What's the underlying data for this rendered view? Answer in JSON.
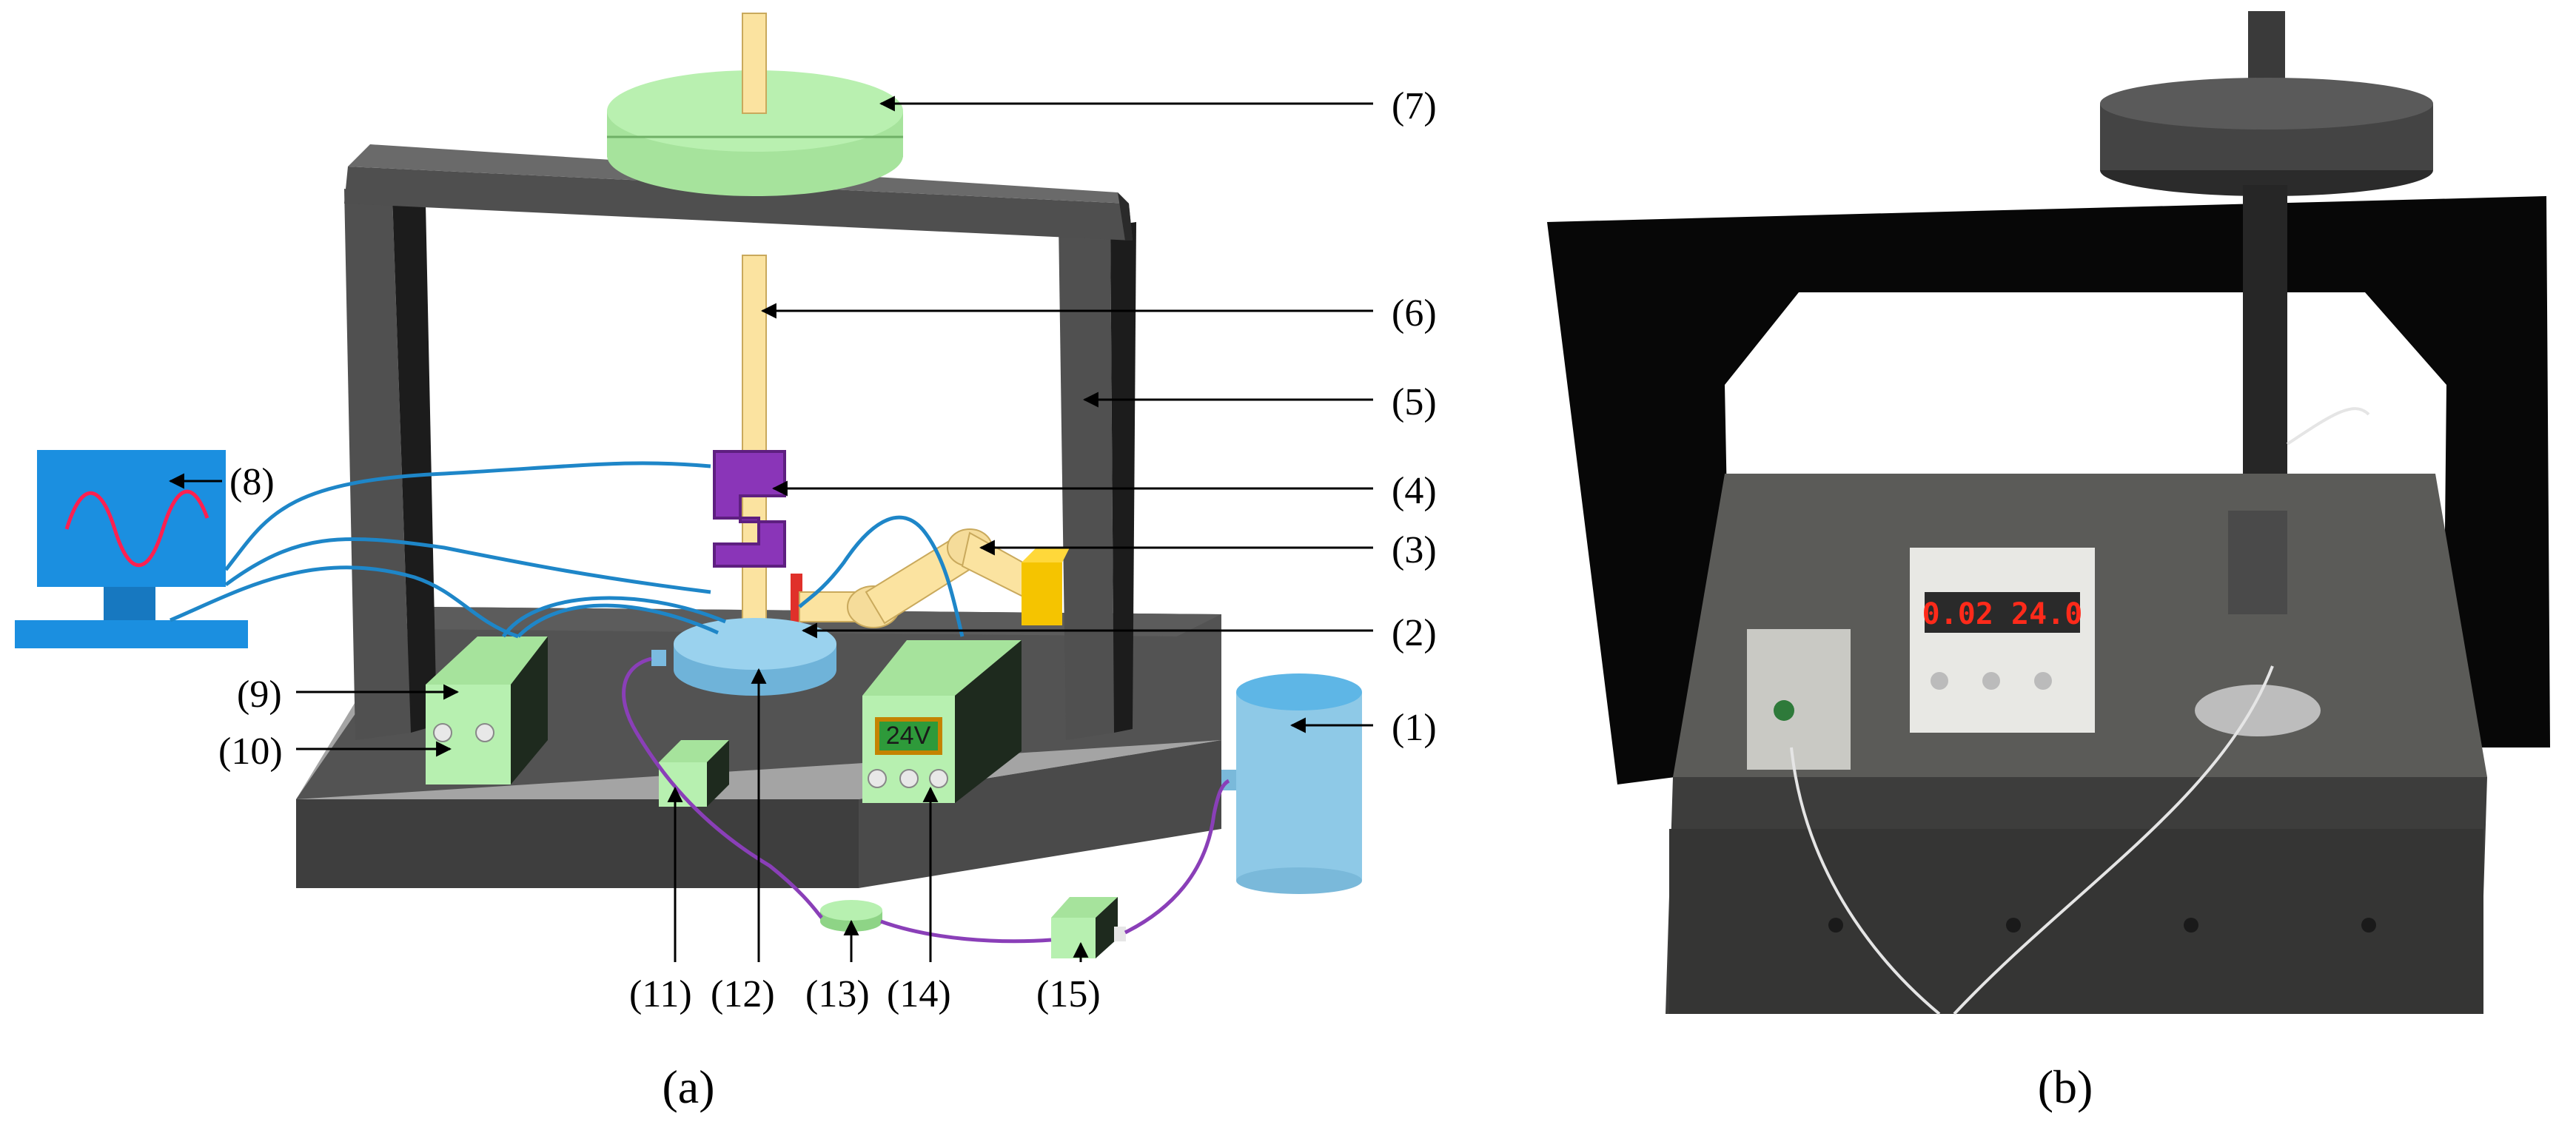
{
  "figure": {
    "panel_a": {
      "caption": "(a)",
      "labels": [
        "(1)",
        "(2)",
        "(3)",
        "(4)",
        "(5)",
        "(6)",
        "(7)",
        "(8)",
        "(9)",
        "(10)",
        "(11)",
        "(12)",
        "(13)",
        "(14)",
        "(15)"
      ],
      "power_supply_display": "24V"
    },
    "panel_b": {
      "caption": "(b)",
      "psu_readout": "0.02  24.0"
    },
    "colors": {
      "frame": "#555555",
      "light_green": "#b7f0b0",
      "light_blue": "#8fcbe8",
      "rod_yellow": "#fbe3a0",
      "purple": "#7b2fa8",
      "monitor_blue": "#1b8fe0",
      "cable_blue": "#1e86c8",
      "cable_purple": "#8a3fb8"
    }
  }
}
